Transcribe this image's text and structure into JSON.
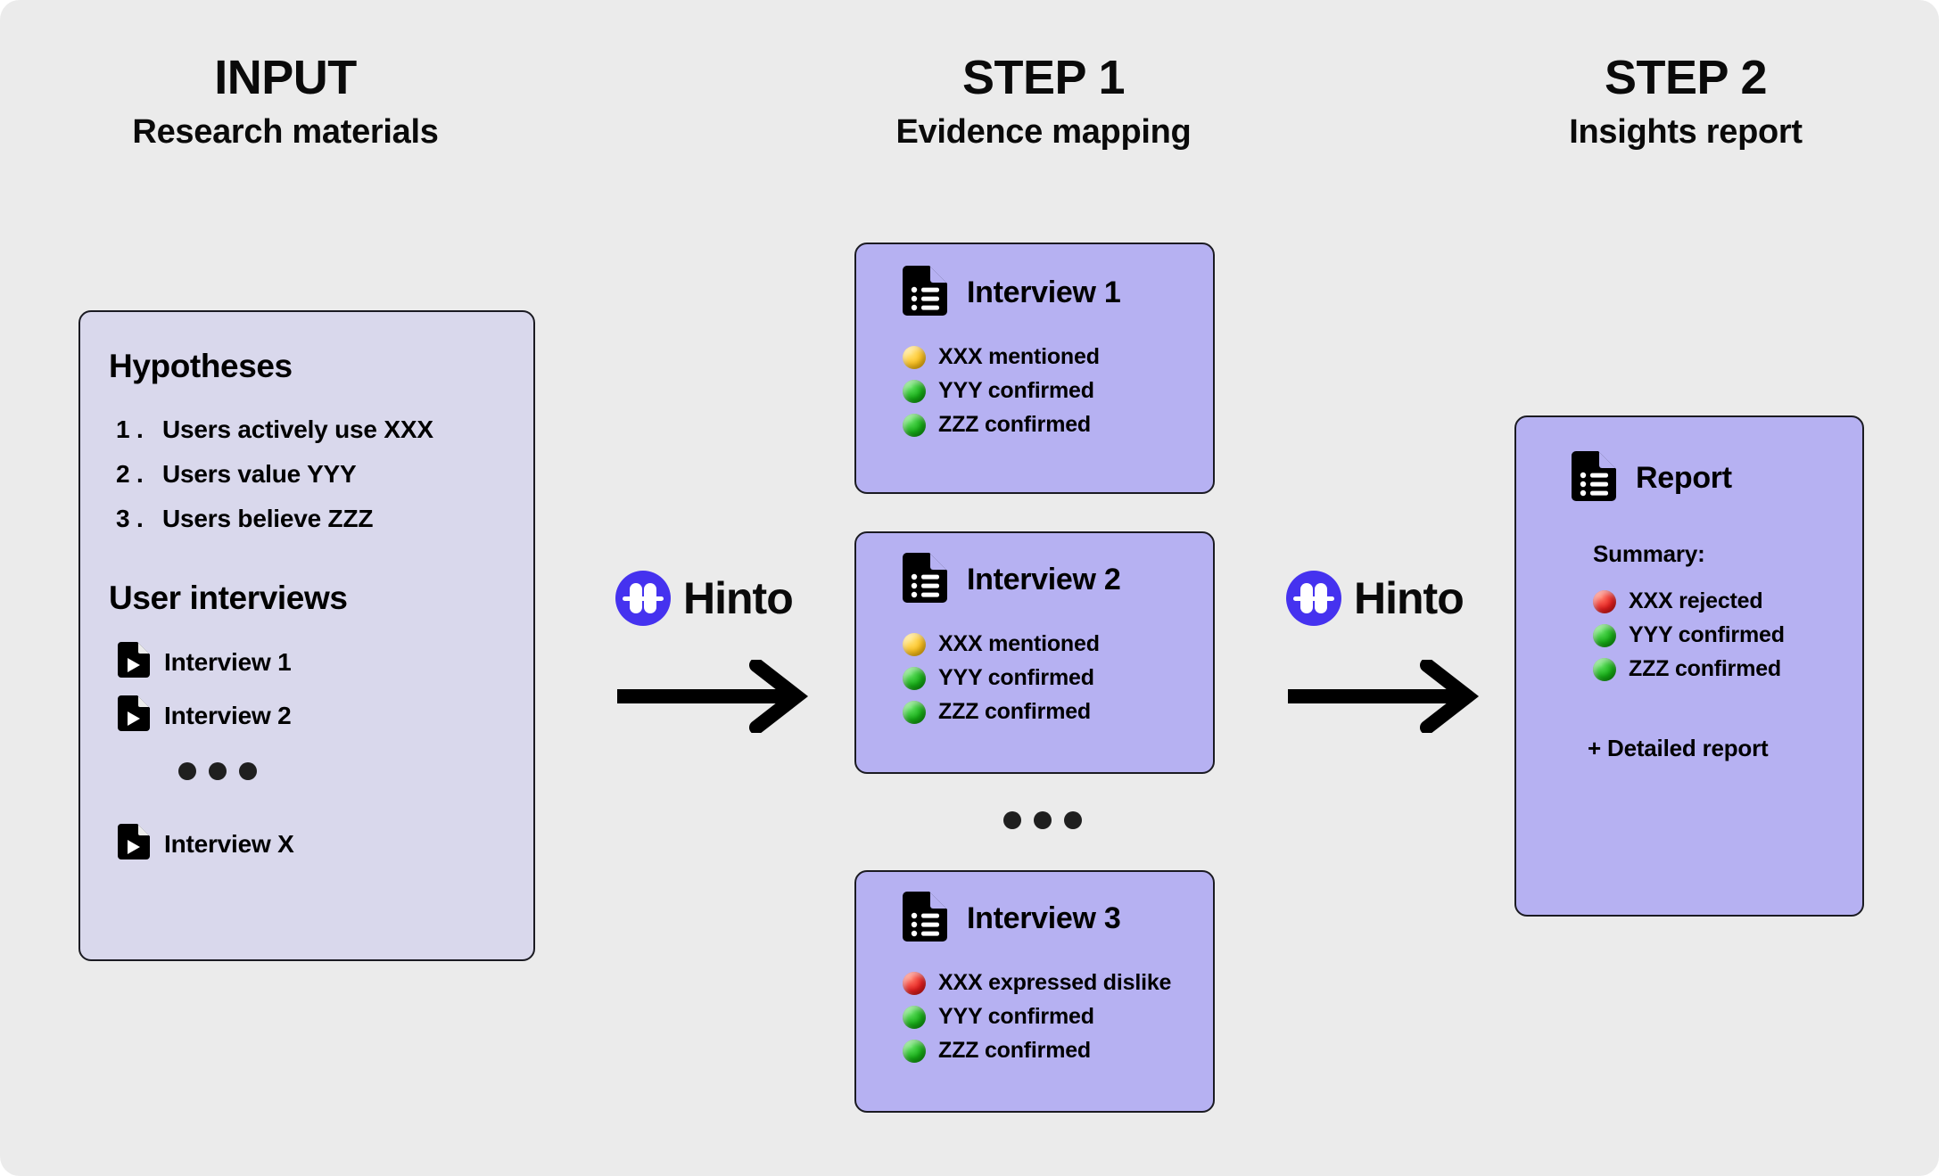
{
  "columns": [
    {
      "title": "INPUT",
      "subtitle": "Research materials"
    },
    {
      "title": "STEP 1",
      "subtitle": "Evidence mapping"
    },
    {
      "title": "STEP 2",
      "subtitle": "Insights report"
    }
  ],
  "input_card": {
    "hypotheses_heading": "Hypotheses",
    "hypotheses": [
      {
        "num": "1 .",
        "text": "Users actively use XXX"
      },
      {
        "num": "2 .",
        "text": "Users value YYY"
      },
      {
        "num": "3 .",
        "text": "Users believe ZZZ"
      }
    ],
    "interviews_heading": "User interviews",
    "interviews": [
      {
        "label": "Interview 1",
        "icon": "video-file-icon"
      },
      {
        "label": "Interview 2",
        "icon": "video-file-icon"
      },
      {
        "label": "Interview X",
        "icon": "video-file-icon"
      }
    ],
    "ellipsis": "..."
  },
  "evidence_cards": [
    {
      "title": "Interview 1",
      "icon": "document-list-icon",
      "findings": [
        {
          "status": "yellow",
          "text": "XXX  mentioned"
        },
        {
          "status": "green",
          "text": "YYY confirmed"
        },
        {
          "status": "green",
          "text": "ZZZ confirmed"
        }
      ]
    },
    {
      "title": "Interview 2",
      "icon": "document-list-icon",
      "findings": [
        {
          "status": "yellow",
          "text": "XXX  mentioned"
        },
        {
          "status": "green",
          "text": "YYY confirmed"
        },
        {
          "status": "green",
          "text": "ZZZ confirmed"
        }
      ]
    },
    {
      "title": "Interview 3",
      "icon": "document-list-icon",
      "findings": [
        {
          "status": "red",
          "text": "XXX  expressed dislike"
        },
        {
          "status": "green",
          "text": "YYY confirmed"
        },
        {
          "status": "green",
          "text": "ZZZ confirmed"
        }
      ]
    }
  ],
  "evidence_ellipsis": "...",
  "report_card": {
    "title": "Report",
    "icon": "document-list-icon",
    "summary_label": "Summary:",
    "findings": [
      {
        "status": "red",
        "text": "XXX rejected"
      },
      {
        "status": "green",
        "text": "YYY confirmed"
      },
      {
        "status": "green",
        "text": "ZZZ confirmed"
      }
    ],
    "footer": "+ Detailed report"
  },
  "brand": {
    "name": "Hinto",
    "logo_icon": "hinto-dumbbell-logo",
    "arrow_icon": "right-arrow-icon"
  },
  "colors": {
    "background": "#ebebeb",
    "input_card": "#d9d8ec",
    "violet_card": "#b6b1f2",
    "brand_blue": "#4532ef",
    "status_green": "#16b016",
    "status_yellow": "#ffc41f",
    "status_red": "#e81f1f",
    "ink": "#000000"
  }
}
